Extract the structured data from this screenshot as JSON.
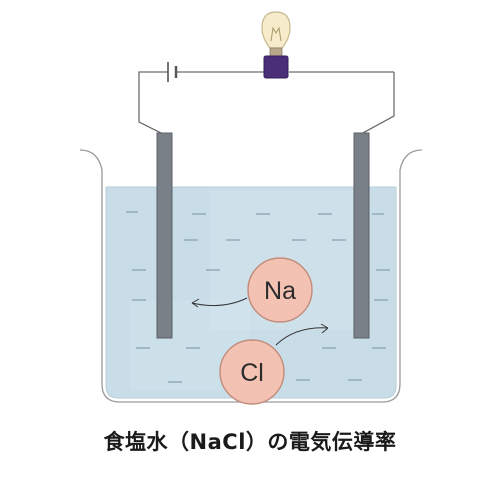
{
  "ions": {
    "sodium": "Na",
    "chloride": "Cl"
  },
  "caption": "食塩水（NaCl）の電気伝導率",
  "colors": {
    "solution": "#c8dde8",
    "solution_edge": "#b6ced9",
    "ion_fill": "#f3c2b2",
    "ion_stroke": "#c28c7c",
    "electrode": "#7a8087",
    "electrode_edge": "#5c6167",
    "wire": "#6d6d6d",
    "bulb_base": "#4a2f78",
    "bulb_glass": "#f6eccc"
  },
  "icons": {
    "bulb": "light-bulb-icon",
    "battery": "battery-icon"
  }
}
